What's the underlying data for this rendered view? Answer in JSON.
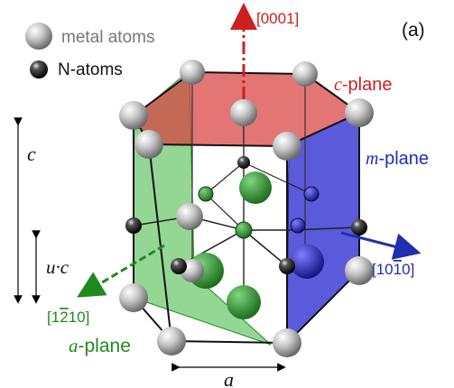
{
  "panel_label": "(a)",
  "legend": {
    "metal_label": "metal atoms",
    "n_label": "N-atoms"
  },
  "labels": {
    "c_axis": "[0001]",
    "c_plane_italic": "c",
    "c_plane_rest": "-plane",
    "m_plane_italic": "m",
    "m_plane_rest": "-plane",
    "m_direction_a": "[10",
    "m_direction_bar": "1",
    "m_direction_b": "0]",
    "a_direction_a": "[1",
    "a_direction_bar": "2",
    "a_direction_b": "10]",
    "a_plane_italic": "a",
    "a_plane_rest": "-plane"
  },
  "dimensions": {
    "c": "c",
    "uc": "u·c",
    "a": "a"
  },
  "colors": {
    "c_plane": "#d93a3a",
    "m_plane": "#2b2bd0",
    "a_plane": "#2fa02f",
    "green_text": "#1f8a1f",
    "red_text": "#cc1f1f",
    "blue_text": "#1f2fb0",
    "metal_atom": "#b8b8b8",
    "n_atom": "#111111"
  }
}
